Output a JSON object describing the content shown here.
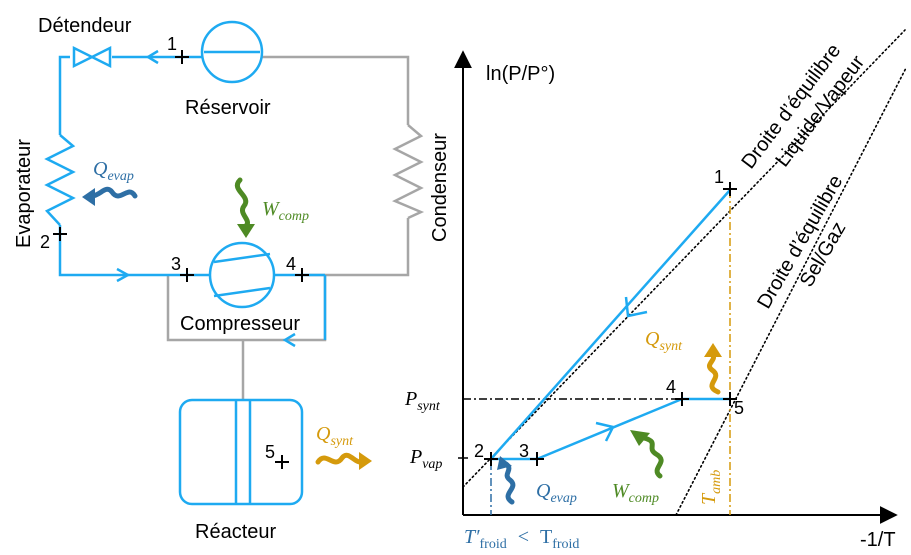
{
  "colors": {
    "pipe": "#1eaaf1",
    "return_pipe": "#a6a6a6",
    "cold_heat": "#2e6fa5",
    "hot_heat": "#d59a0c",
    "work": "#4e8a24",
    "black": "#000000"
  },
  "circuit": {
    "detendeur": "Détendeur",
    "reservoir": "Réservoir",
    "evaporateur": "Evaporateur",
    "condenseur": "Condenseur",
    "compresseur": "Compresseur",
    "reacteur": "Réacteur",
    "q_evap": {
      "main": "Q",
      "sub": "evap"
    },
    "w_comp": {
      "main": "W",
      "sub": "comp"
    },
    "q_synt": {
      "main": "Q",
      "sub": "synt"
    },
    "points": [
      "1",
      "2",
      "3",
      "4",
      "5"
    ]
  },
  "diagram": {
    "y_axis_label": "ln(P/P°)",
    "x_axis_label": "-1/T",
    "line1": [
      "Droite d’équilibre",
      "Liquide/Vapeur"
    ],
    "line2": [
      "Droite d’équilibre",
      "Sel/Gaz"
    ],
    "p_synt": {
      "main": "P",
      "sub": "synt"
    },
    "p_vap": {
      "main": "P",
      "sub": "vap"
    },
    "t_amb": {
      "main": "T",
      "sub": "amb"
    },
    "q_synt": {
      "main": "Q",
      "sub": "synt"
    },
    "q_evap": {
      "main": "Q",
      "sub": "evap"
    },
    "w_comp": {
      "main": "W",
      "sub": "comp"
    },
    "t_froid_prime": {
      "main": "T′",
      "sub": "froid"
    },
    "lt": "<",
    "t_froid": {
      "main": "T",
      "sub": "froid"
    },
    "points": [
      "1",
      "2",
      "3",
      "4",
      "5"
    ]
  }
}
